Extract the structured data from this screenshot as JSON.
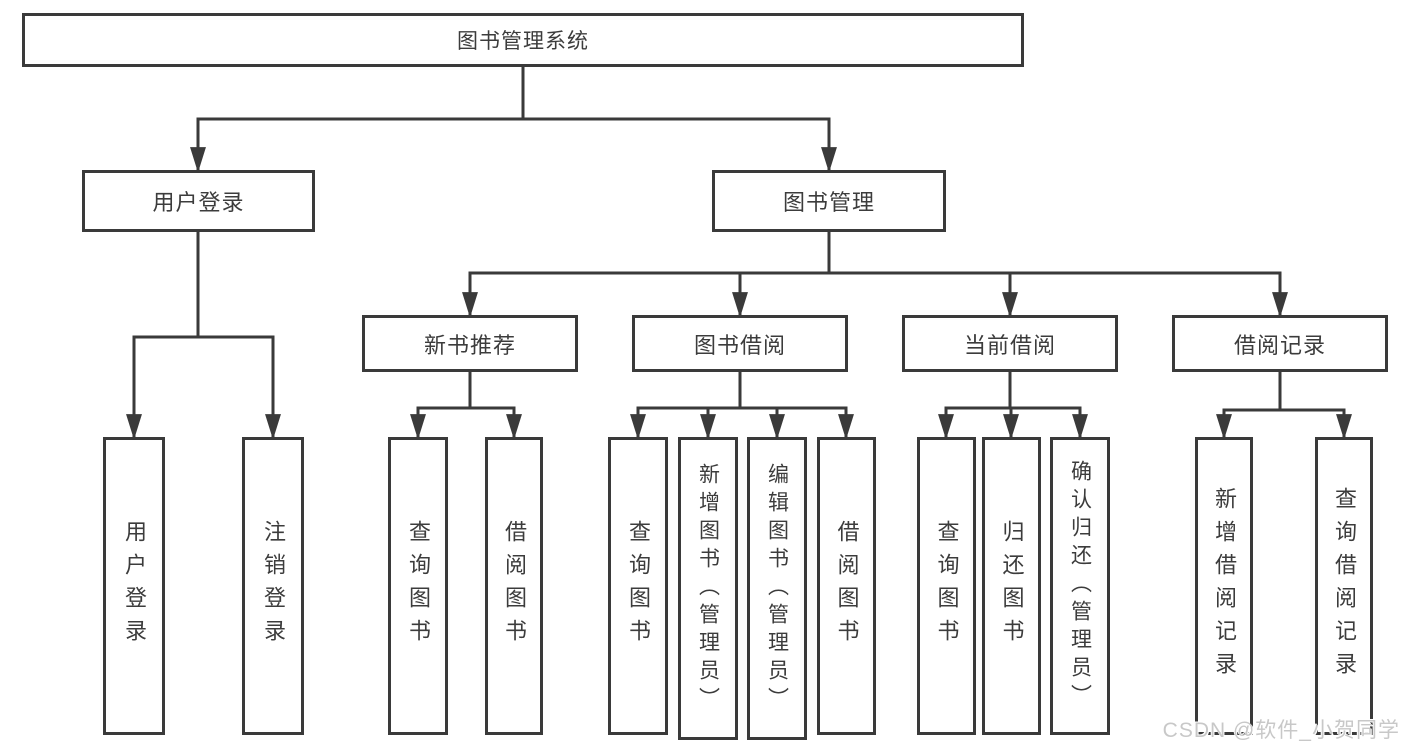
{
  "diagram": {
    "root": {
      "label": "图书管理系统"
    },
    "level2": [
      {
        "label": "用户登录"
      },
      {
        "label": "图书管理"
      }
    ],
    "level3": [
      {
        "label": "新书推荐"
      },
      {
        "label": "图书借阅"
      },
      {
        "label": "当前借阅"
      },
      {
        "label": "借阅记录"
      }
    ],
    "leaves": [
      {
        "label": "用户登录"
      },
      {
        "label": "注销登录"
      },
      {
        "label": "查询图书"
      },
      {
        "label": "借阅图书"
      },
      {
        "label": "查询图书"
      },
      {
        "label": "新增图书（管理员）"
      },
      {
        "label": "编辑图书（管理员）"
      },
      {
        "label": "借阅图书"
      },
      {
        "label": "查询图书"
      },
      {
        "label": "归还图书"
      },
      {
        "label": "确认归还（管理员）"
      },
      {
        "label": "新增借阅记录"
      },
      {
        "label": "查询借阅记录"
      }
    ],
    "watermark": "CSDN @软件_小贺同学",
    "colors": {
      "line": "#3a3a3a",
      "text": "#3c3c3c",
      "watermark": "#c8c8c8",
      "background": "#ffffff"
    }
  }
}
